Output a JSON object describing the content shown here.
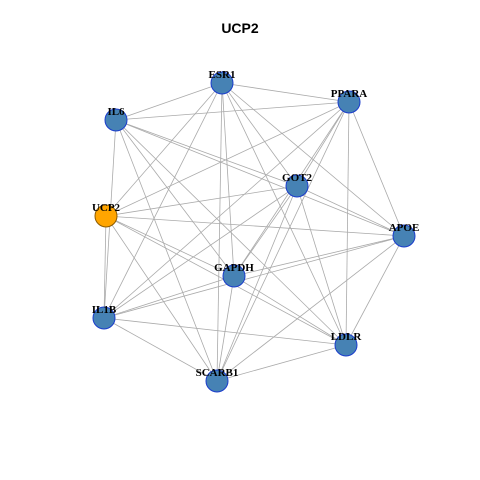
{
  "title": "UCP2",
  "colors": {
    "edge": "#aaaaaa",
    "node_fill": "#4682b4",
    "node_stroke": "#1a3ccc",
    "focus_fill": "#ffa500",
    "focus_stroke": "#8b5a00"
  },
  "nodes": [
    {
      "id": "ESR1",
      "label": "ESR1",
      "focus": false
    },
    {
      "id": "PPARA",
      "label": "PPARA",
      "focus": false
    },
    {
      "id": "IL6",
      "label": "IL6",
      "focus": false
    },
    {
      "id": "GOT2",
      "label": "GOT2",
      "focus": false
    },
    {
      "id": "UCP2",
      "label": "UCP2",
      "focus": true
    },
    {
      "id": "APOE",
      "label": "APOE",
      "focus": false
    },
    {
      "id": "GAPDH",
      "label": "GAPDH",
      "focus": false
    },
    {
      "id": "IL1B",
      "label": "IL1B",
      "focus": false
    },
    {
      "id": "LDLR",
      "label": "LDLR",
      "focus": false
    },
    {
      "id": "SCARB1",
      "label": "SCARB1",
      "focus": false
    }
  ],
  "edges": [
    [
      "ESR1",
      "PPARA"
    ],
    [
      "ESR1",
      "IL6"
    ],
    [
      "ESR1",
      "GOT2"
    ],
    [
      "ESR1",
      "UCP2"
    ],
    [
      "ESR1",
      "APOE"
    ],
    [
      "ESR1",
      "GAPDH"
    ],
    [
      "ESR1",
      "IL1B"
    ],
    [
      "ESR1",
      "LDLR"
    ],
    [
      "ESR1",
      "SCARB1"
    ],
    [
      "PPARA",
      "IL6"
    ],
    [
      "PPARA",
      "GOT2"
    ],
    [
      "PPARA",
      "UCP2"
    ],
    [
      "PPARA",
      "APOE"
    ],
    [
      "PPARA",
      "GAPDH"
    ],
    [
      "PPARA",
      "IL1B"
    ],
    [
      "PPARA",
      "LDLR"
    ],
    [
      "PPARA",
      "SCARB1"
    ],
    [
      "IL6",
      "GOT2"
    ],
    [
      "IL6",
      "APOE"
    ],
    [
      "IL6",
      "GAPDH"
    ],
    [
      "IL6",
      "IL1B"
    ],
    [
      "IL6",
      "LDLR"
    ],
    [
      "IL6",
      "SCARB1"
    ],
    [
      "GOT2",
      "UCP2"
    ],
    [
      "GOT2",
      "APOE"
    ],
    [
      "GOT2",
      "GAPDH"
    ],
    [
      "GOT2",
      "IL1B"
    ],
    [
      "GOT2",
      "LDLR"
    ],
    [
      "GOT2",
      "SCARB1"
    ],
    [
      "UCP2",
      "APOE"
    ],
    [
      "UCP2",
      "GAPDH"
    ],
    [
      "UCP2",
      "IL1B"
    ],
    [
      "UCP2",
      "LDLR"
    ],
    [
      "UCP2",
      "SCARB1"
    ],
    [
      "APOE",
      "GAPDH"
    ],
    [
      "APOE",
      "IL1B"
    ],
    [
      "APOE",
      "LDLR"
    ],
    [
      "APOE",
      "SCARB1"
    ],
    [
      "GAPDH",
      "IL1B"
    ],
    [
      "GAPDH",
      "LDLR"
    ],
    [
      "GAPDH",
      "SCARB1"
    ],
    [
      "IL1B",
      "LDLR"
    ],
    [
      "IL1B",
      "SCARB1"
    ],
    [
      "LDLR",
      "SCARB1"
    ]
  ]
}
